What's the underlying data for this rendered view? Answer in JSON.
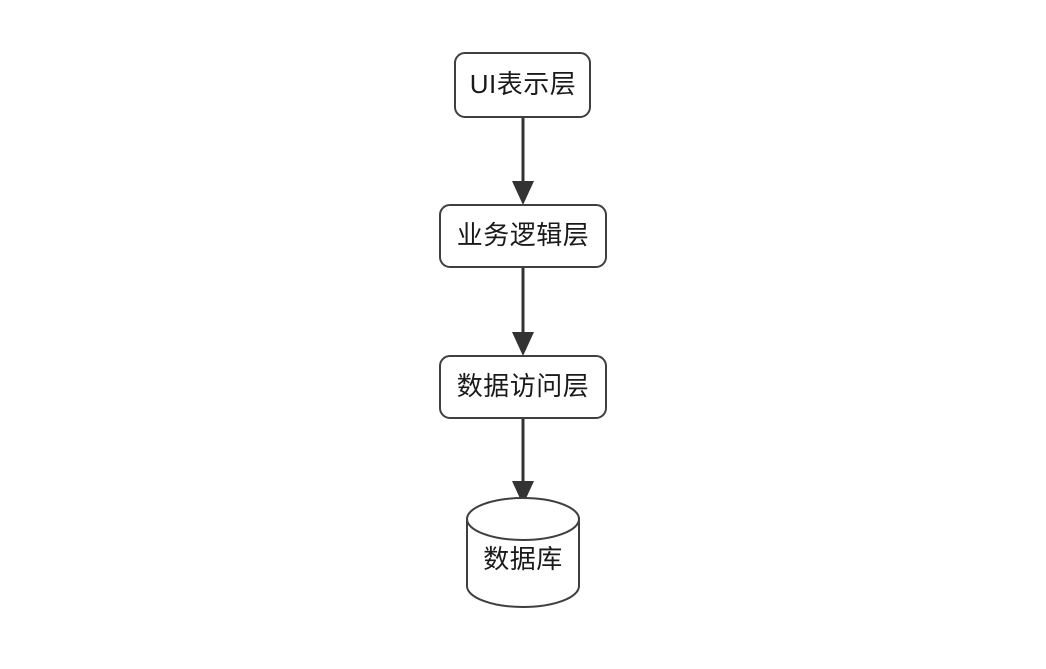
{
  "diagram": {
    "type": "flowchart",
    "direction": "top-to-bottom",
    "background_color": "#ffffff",
    "node_fill_color": "#ffffff",
    "node_border_color": "#3f3f3f",
    "text_color": "#1a1a1a",
    "edge_color": "#333333",
    "nodes": [
      {
        "id": "ui-layer",
        "label": "UI表示层",
        "shape": "rounded-rectangle"
      },
      {
        "id": "business-logic-layer",
        "label": "业务逻辑层",
        "shape": "rounded-rectangle"
      },
      {
        "id": "data-access-layer",
        "label": "数据访问层",
        "shape": "rounded-rectangle"
      },
      {
        "id": "database",
        "label": "数据库",
        "shape": "cylinder"
      }
    ],
    "edges": [
      {
        "id": "edge-ui-to-business",
        "from": "ui-layer",
        "to": "business-logic-layer",
        "label": "",
        "arrow": "solid-triangle"
      },
      {
        "id": "edge-business-to-data",
        "from": "business-logic-layer",
        "to": "data-access-layer",
        "label": "",
        "arrow": "solid-triangle"
      },
      {
        "id": "edge-data-to-database",
        "from": "data-access-layer",
        "to": "database",
        "label": "",
        "arrow": "solid-triangle"
      }
    ]
  }
}
